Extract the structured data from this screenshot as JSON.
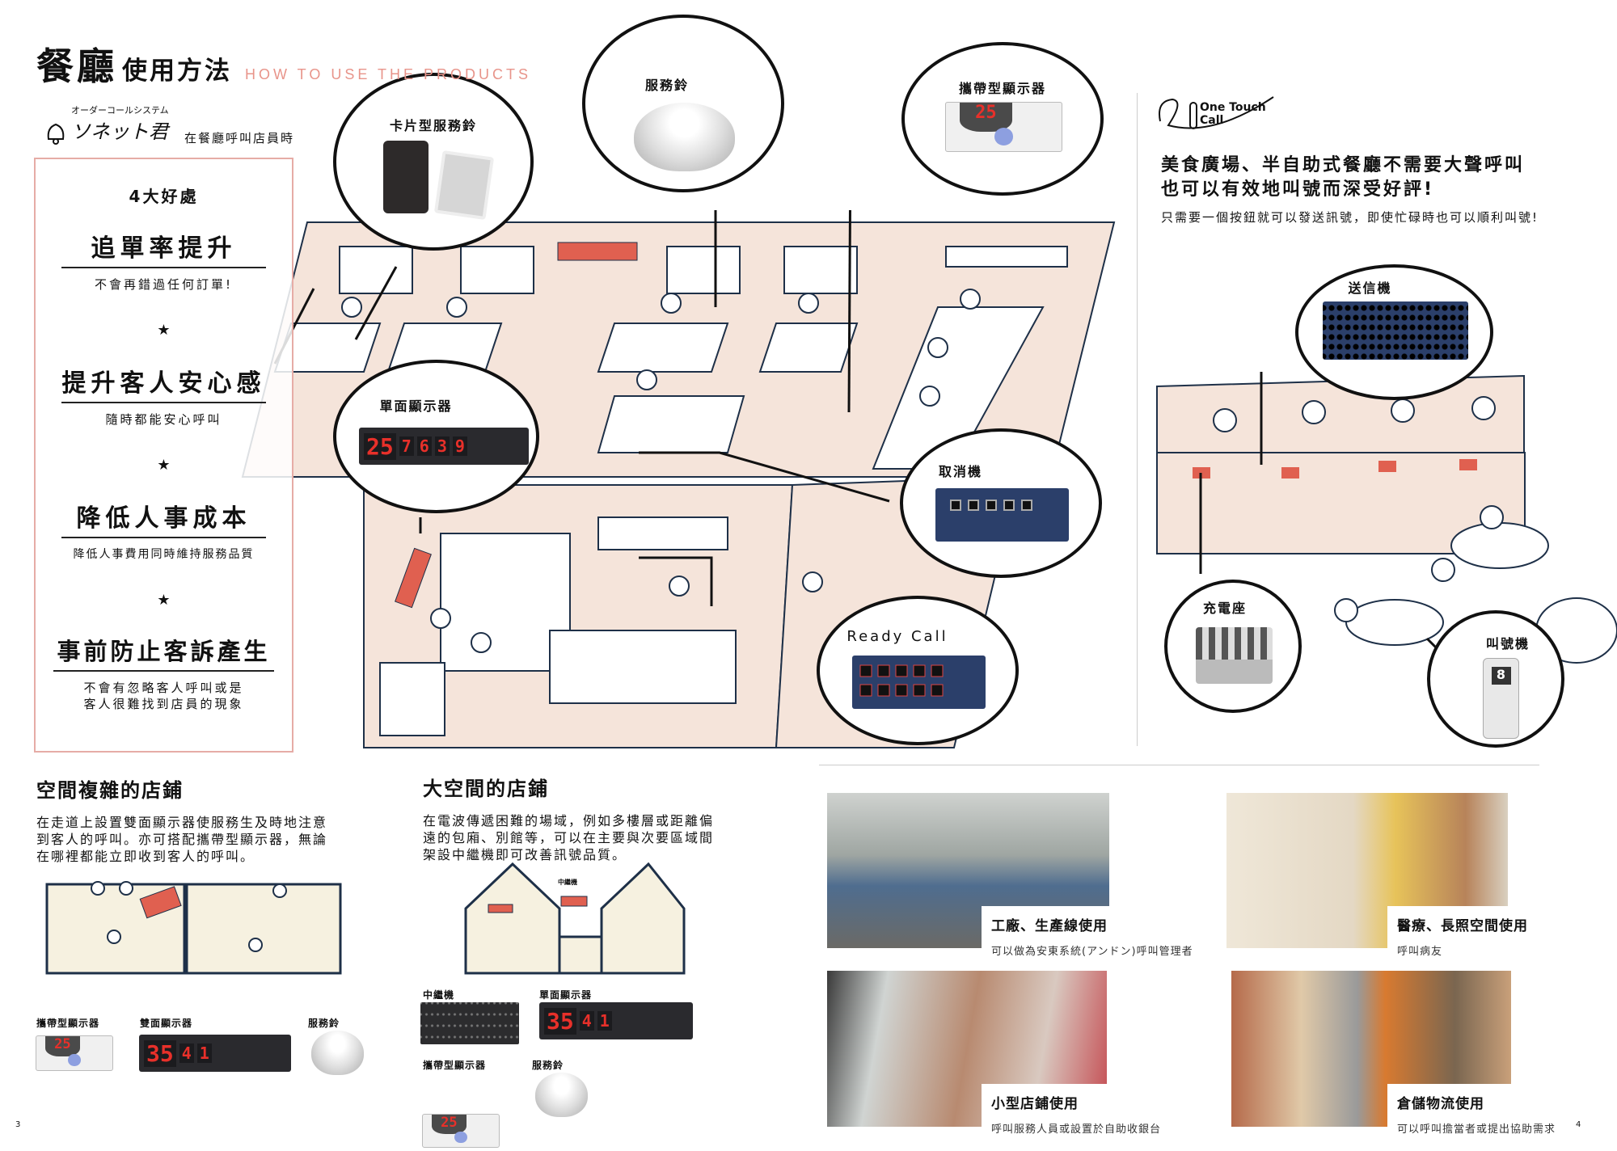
{
  "header": {
    "title_main": "餐廳",
    "title_sub": "使用方法",
    "title_en": "HOW TO USE THE PRODUCTS"
  },
  "brand": {
    "logo_text": "ソネット君",
    "logo_tagline": "オーダーコールシステム",
    "context": "在餐廳呼叫店員時"
  },
  "benefits": {
    "title": "4大好處",
    "items": [
      {
        "head": "追單率提升",
        "sub": "不會再錯過任何訂單!"
      },
      {
        "head": "提升客人安心感",
        "sub": "隨時都能安心呼叫"
      },
      {
        "head": "降低人事成本",
        "sub": "降低人事費用同時維持服務品質"
      },
      {
        "head": "事前防止客訴產生",
        "sub_lines": [
          "不會有忽略客人呼叫或是",
          "客人很難找到店員的現象"
        ]
      }
    ],
    "separator": "★"
  },
  "restaurant_callouts": {
    "card_bell": "卡片型服務鈴",
    "service_bell": "服務鈴",
    "portable_display": "攜帶型顯示器",
    "portable_display_value": "25",
    "single_display": "單面顯示器",
    "single_display_values": [
      "25",
      "7",
      "6",
      "3",
      "9"
    ],
    "cancel_unit": "取消機",
    "ready_call": "Ready Call"
  },
  "one_touch": {
    "logo": "One Touch Call",
    "headline_lines": [
      "美食廣場、半自助式餐廳不需要大聲呼叫",
      "也可以有效地叫號而深受好評!"
    ],
    "subtext": "只需要一個按鈕就可以發送訊號，即使忙碌時也可以順利叫號!",
    "callouts": {
      "transmitter": "送信機",
      "charger": "充電座",
      "pager": "叫號機",
      "pager_value": "8"
    }
  },
  "complex_store": {
    "title": "空間複雜的店鋪",
    "text_lines": [
      "在走道上設置雙面顯示器使服務生及時地注意",
      "到客人的呼叫。亦可搭配攜帶型顯示器，無論",
      "在哪裡都能立即收到客人的呼叫。"
    ],
    "products": [
      {
        "label": "攜帶型顯示器",
        "value": "25"
      },
      {
        "label": "雙面顯示器",
        "values": [
          "35",
          "4",
          "1"
        ]
      },
      {
        "label": "服務鈴"
      }
    ]
  },
  "large_store": {
    "title": "大空間的店鋪",
    "text_lines": [
      "在電波傳遞困難的場域，例如多樓層或距離偏",
      "遠的包廂、別館等，可以在主要與次要區域間",
      "架設中繼機即可改善訊號品質。"
    ],
    "diagram_label": "中繼機",
    "products": [
      {
        "label": "中繼機"
      },
      {
        "label": "單面顯示器",
        "values": [
          "35",
          "4",
          "1"
        ]
      },
      {
        "label": "攜帶型顯示器",
        "value": "25"
      },
      {
        "label": "服務鈴"
      }
    ]
  },
  "use_cases": [
    {
      "title": "工廠、生產線使用",
      "desc": "可以做為安東系統(アンドン)呼叫管理者"
    },
    {
      "title": "醫療、長照空間使用",
      "desc": "呼叫病友"
    },
    {
      "title": "小型店鋪使用",
      "desc": "呼叫服務人員或設置於自助收銀台"
    },
    {
      "title": "倉儲物流使用",
      "desc": "可以呼叫擔當者或提出協助需求"
    }
  ],
  "page_numbers": {
    "left": "3",
    "right": "4"
  },
  "colors": {
    "accent": "#e8948a",
    "navy": "#1e3048",
    "room": "#f5e4da",
    "led": "#e8302a"
  }
}
